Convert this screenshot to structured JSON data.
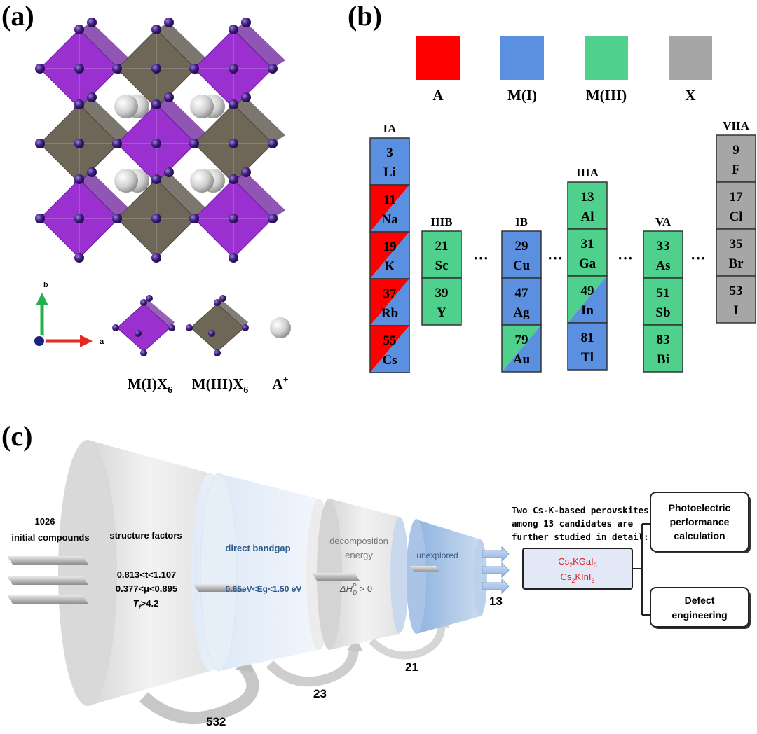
{
  "panel_labels": {
    "a": "(a)",
    "b": "(b)",
    "c": "(c)"
  },
  "panel_a": {
    "axis_b": "b",
    "axis_a": "a",
    "legend": [
      {
        "label": "M(I)X",
        "sub": "6",
        "sup": ""
      },
      {
        "label": "M(III)X",
        "sub": "6",
        "sup": ""
      },
      {
        "label": "A",
        "sub": "",
        "sup": "+"
      }
    ]
  },
  "panel_b": {
    "colors": {
      "A": "#ff0000",
      "M(I)": "#5b8fe0",
      "M(III)": "#4fd08c",
      "X": "#a6a6a6"
    },
    "swatches": [
      "A",
      "M(I)",
      "M(III)",
      "X"
    ],
    "dots": "···",
    "groups": [
      {
        "title": "IA",
        "cells": [
          {
            "num": "3",
            "sym": "Li",
            "role": "M(I)"
          },
          {
            "num": "11",
            "sym": "Na",
            "role": "A/M(I)"
          },
          {
            "num": "19",
            "sym": "K",
            "role": "A/M(I)"
          },
          {
            "num": "37",
            "sym": "Rb",
            "role": "A/M(I)"
          },
          {
            "num": "55",
            "sym": "Cs",
            "role": "A/M(I)"
          }
        ]
      },
      {
        "title": "IIIB",
        "cells": [
          {
            "num": "21",
            "sym": "Sc",
            "role": "M(III)"
          },
          {
            "num": "39",
            "sym": "Y",
            "role": "M(III)"
          }
        ]
      },
      {
        "title": "IB",
        "cells": [
          {
            "num": "29",
            "sym": "Cu",
            "role": "M(I)"
          },
          {
            "num": "47",
            "sym": "Ag",
            "role": "M(I)"
          },
          {
            "num": "79",
            "sym": "Au",
            "role": "M(III)/M(I)"
          }
        ]
      },
      {
        "title": "IIIA",
        "cells": [
          {
            "num": "13",
            "sym": "Al",
            "role": "M(III)"
          },
          {
            "num": "31",
            "sym": "Ga",
            "role": "M(III)"
          },
          {
            "num": "49",
            "sym": "In",
            "role": "M(III)/M(I)"
          },
          {
            "num": "81",
            "sym": "Tl",
            "role": "M(I)"
          }
        ]
      },
      {
        "title": "VA",
        "cells": [
          {
            "num": "33",
            "sym": "As",
            "role": "M(III)"
          },
          {
            "num": "51",
            "sym": "Sb",
            "role": "M(III)"
          },
          {
            "num": "83",
            "sym": "Bi",
            "role": "M(III)"
          }
        ]
      },
      {
        "title": "VIIA",
        "cells": [
          {
            "num": "9",
            "sym": "F",
            "role": "X"
          },
          {
            "num": "17",
            "sym": "Cl",
            "role": "X"
          },
          {
            "num": "35",
            "sym": "Br",
            "role": "X"
          },
          {
            "num": "53",
            "sym": "I",
            "role": "X"
          }
        ]
      }
    ]
  },
  "panel_c": {
    "initial_count": "1026",
    "initial_label": "initial compounds",
    "stage1": {
      "title": "structure factors",
      "line1": "0.813<t<1.107",
      "line2": "0.377<μ<0.895",
      "line3_T": "T",
      "line3_sub": "f",
      "line3_rest": ">4.2"
    },
    "stage2": {
      "title": "direct bandgap",
      "line1": "0.65eV<Eg<1.50 eV"
    },
    "stage3": {
      "title_l1": "decomposition",
      "title_l2": "energy",
      "delta": "ΔH",
      "sup": "P",
      "sub": "D",
      "rest": " > 0"
    },
    "stage4": {
      "title": "unexplored"
    },
    "counts": {
      "c532": "532",
      "c23": "23",
      "c21": "21",
      "c13": "13"
    },
    "summary": [
      "Two Cs-K-based perovskites",
      "among 13 candidates are",
      "further studied in detail:"
    ],
    "candidates": [
      {
        "pre": "Cs",
        "pre_sub": "2",
        "mid": "KGaI",
        "mid_sub": "6"
      },
      {
        "pre": "Cs",
        "pre_sub": "2",
        "mid": "KInI",
        "mid_sub": "6"
      }
    ],
    "box_top": [
      "Photoelectric",
      "performance",
      "calculation"
    ],
    "box_bottom": [
      "Defect",
      "engineering"
    ],
    "accent": "#e02020"
  }
}
